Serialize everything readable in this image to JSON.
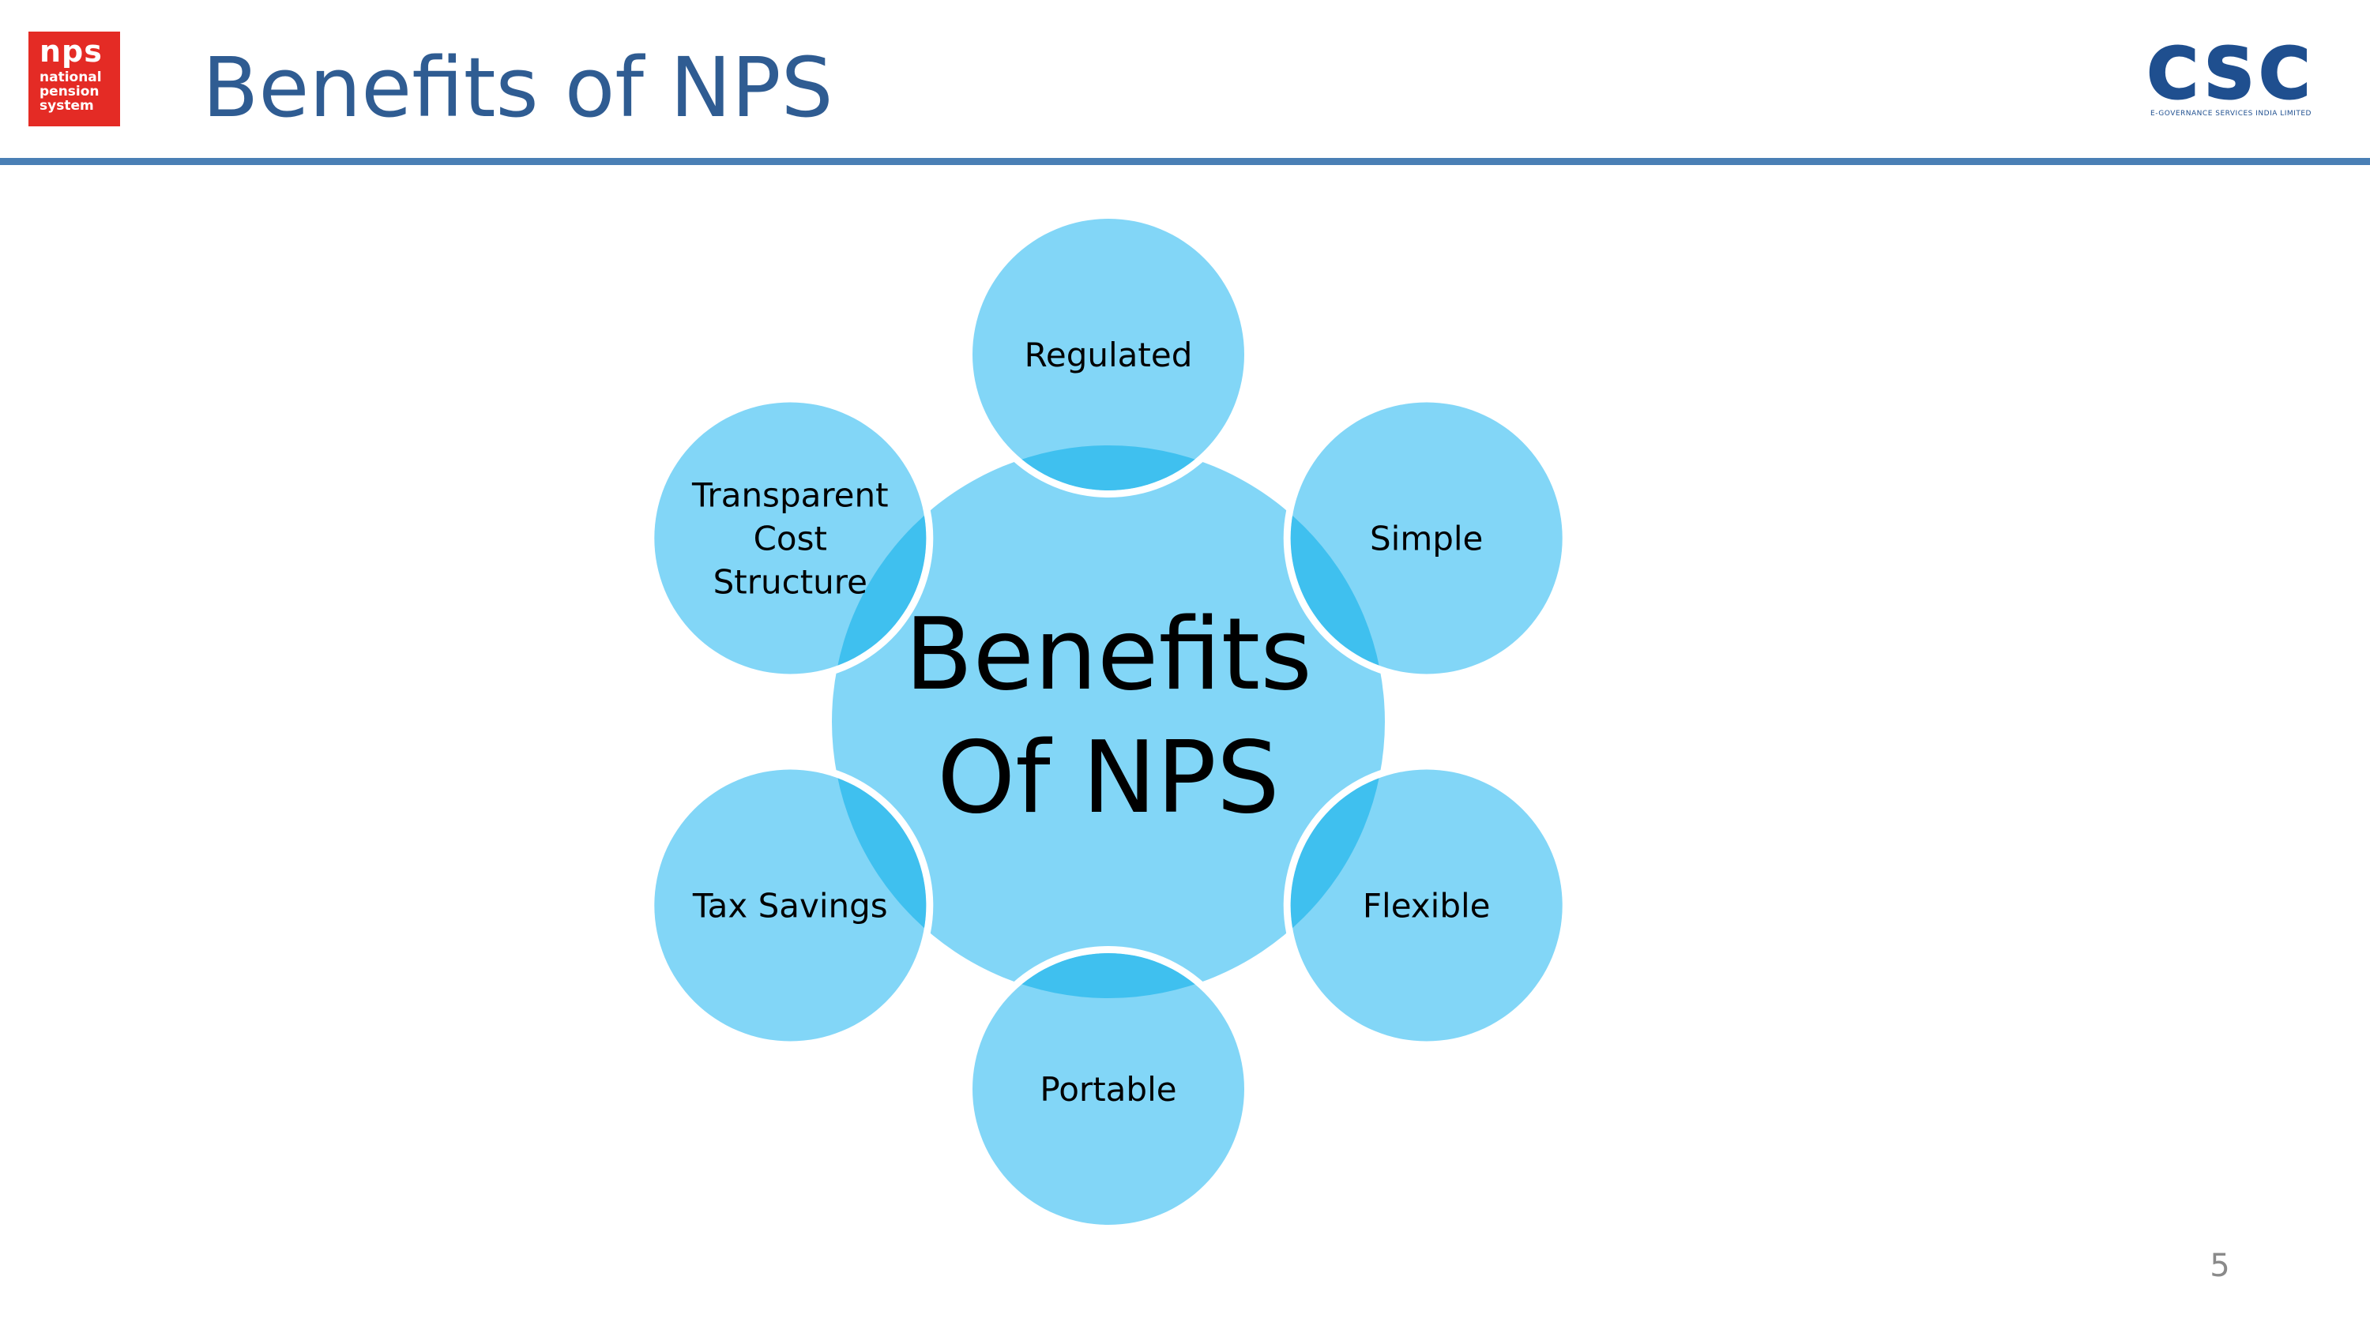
{
  "header": {
    "title": "Benefits of NPS",
    "nps_logo_text": {
      "line1": "nps",
      "line2": "national",
      "line3": "pension",
      "line4": "system"
    },
    "csc_logo_text": {
      "main": "CSC",
      "tagline": "E-GOVERNANCE SERVICES INDIA LIMITED"
    }
  },
  "diagram": {
    "center": {
      "line1": "Benefits",
      "line2": "Of NPS"
    },
    "nodes": [
      {
        "id": "regulated",
        "lines": [
          "Regulated"
        ]
      },
      {
        "id": "simple",
        "lines": [
          "Simple"
        ]
      },
      {
        "id": "flexible",
        "lines": [
          "Flexible"
        ]
      },
      {
        "id": "portable",
        "lines": [
          "Portable"
        ]
      },
      {
        "id": "tax-savings",
        "lines": [
          "Tax Savings"
        ]
      },
      {
        "id": "transparent-cost-structure",
        "lines": [
          "Transparent",
          "Cost",
          "Structure"
        ]
      }
    ]
  },
  "colors": {
    "title": "#2f5c92",
    "rule": "#4a7fb5",
    "circle_fill": "#82d6f7",
    "overlap_fill": "#3fc0ef",
    "nps_red": "#e42b25",
    "csc_blue": "#1f4f8f",
    "csc_grey": "#9aa3ad"
  },
  "footer": {
    "page_number": "5"
  }
}
